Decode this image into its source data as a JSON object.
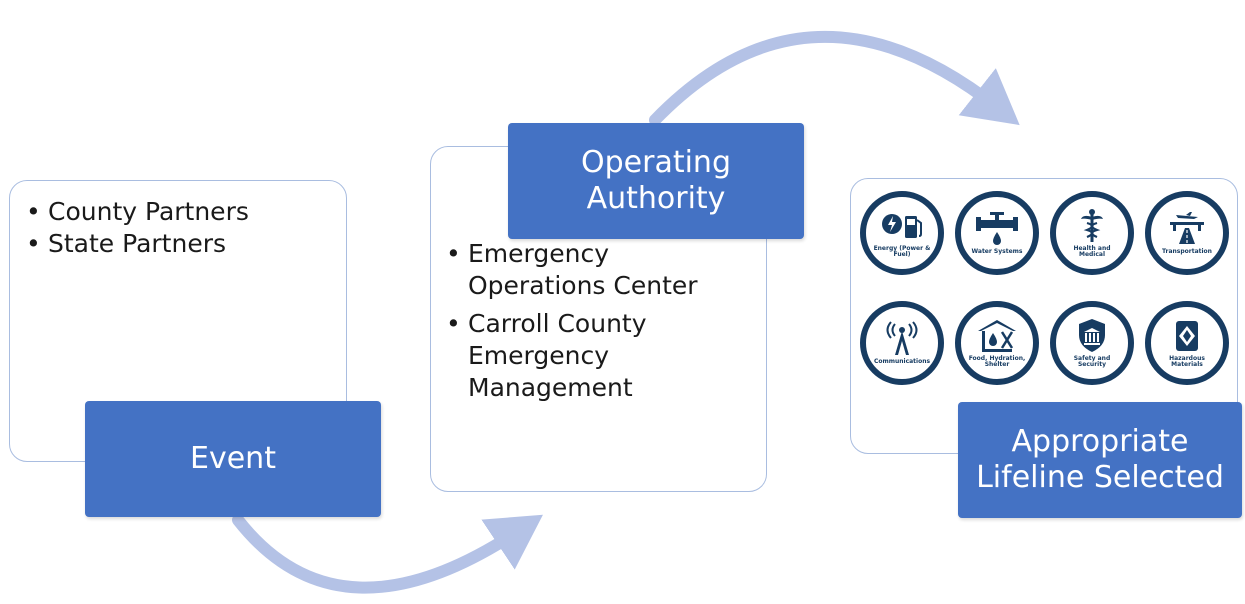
{
  "steps": [
    {
      "label": "Event",
      "bullets": [
        "County Partners",
        "State Partners"
      ]
    },
    {
      "label": "Operating Authority",
      "bullets": [
        "Emergency Operations Center",
        "Carroll County Emergency Management"
      ]
    },
    {
      "label": "Appropriate Lifeline Selected",
      "lifelines": [
        {
          "label": "Energy (Power & Fuel)",
          "icon": "energy-icon"
        },
        {
          "label": "Water Systems",
          "icon": "water-icon"
        },
        {
          "label": "Health and Medical",
          "icon": "health-icon"
        },
        {
          "label": "Transportation",
          "icon": "transportation-icon"
        },
        {
          "label": "Communications",
          "icon": "communications-icon"
        },
        {
          "label": "Food, Hydration, Shelter",
          "icon": "food-icon"
        },
        {
          "label": "Safety and Security",
          "icon": "safety-icon"
        },
        {
          "label": "Hazardous Materials",
          "icon": "hazmat-icon"
        }
      ]
    }
  ],
  "colors": {
    "accent": "#4472c4",
    "outline": "#a9bde0",
    "arrow": "#b4c2e6",
    "icon_navy": "#173c62"
  }
}
